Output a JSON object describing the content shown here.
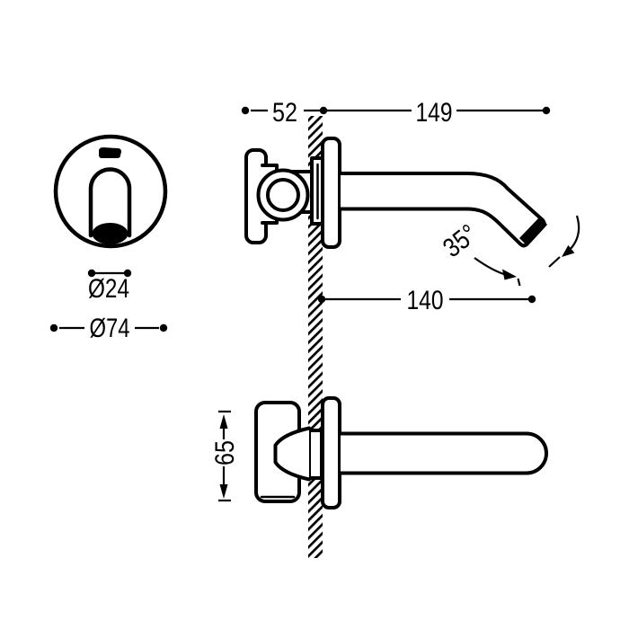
{
  "colors": {
    "background": "#ffffff",
    "ink": "#000000"
  },
  "labels": {
    "handle_projection": "52",
    "spout_projection": "149",
    "spout_reach": "140",
    "spout_angle": "35°",
    "body_height": "65",
    "spout_diameter": "Ø24",
    "rosette_diameter": "Ø74"
  }
}
